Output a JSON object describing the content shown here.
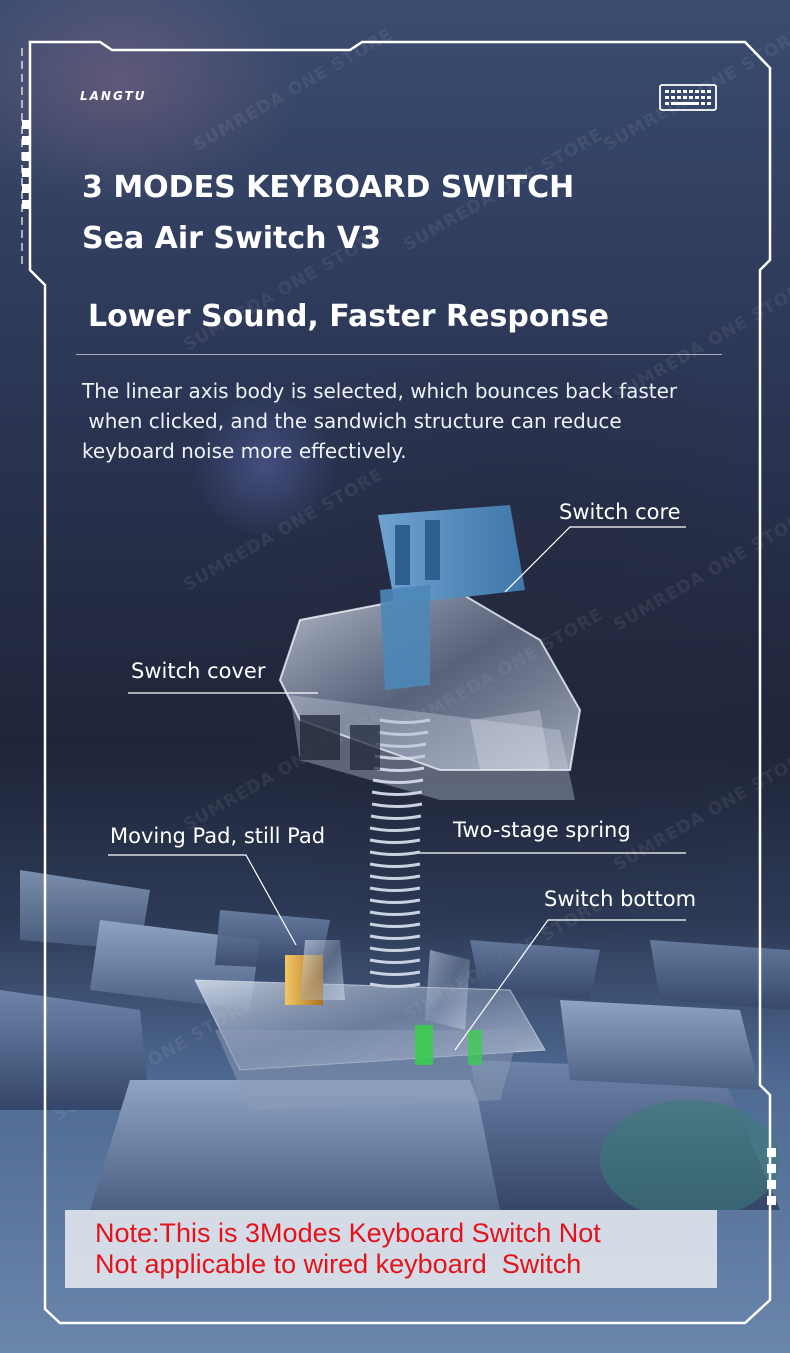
{
  "brand": {
    "logo_text": "LANGTU",
    "icon": "keyboard-icon"
  },
  "watermark_text": "SUMREDA ONE STORE",
  "header": {
    "title_line_1": "3 MODES KEYBOARD SWITCH",
    "title_line_2": "Sea Air Switch V3",
    "subtitle": "Lower Sound, Faster Response"
  },
  "description": {
    "line_1": "The linear axis body is selected, which bounces back faster",
    "line_2": " when clicked, and the sandwich structure can reduce",
    "line_3": "keyboard noise more effectively."
  },
  "callouts": {
    "switch_core": "Switch core",
    "switch_cover": "Switch cover",
    "moving_pad": "Moving Pad, still Pad",
    "two_stage_spring": "Two-stage spring",
    "switch_bottom": "Switch bottom"
  },
  "note": {
    "line_1": "Note:This is 3Modes Keyboard Switch Not",
    "line_2": "Not applicable to wired keyboard  Switch"
  },
  "colors": {
    "frame": "#ffffff",
    "note_text": "#e3131b",
    "note_background": "#e8ebf1",
    "switch_stem": "#4f86b6"
  }
}
